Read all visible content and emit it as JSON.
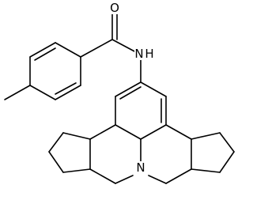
{
  "figure": {
    "type": "chemical-structure",
    "background_color": "#ffffff",
    "line_color": "#000000"
  },
  "atoms": {
    "carbonyl_oxygen": "O",
    "amide_nitrogen_h": "N",
    "amide_nitrogen": "H",
    "ring_nitrogen": "N"
  }
}
